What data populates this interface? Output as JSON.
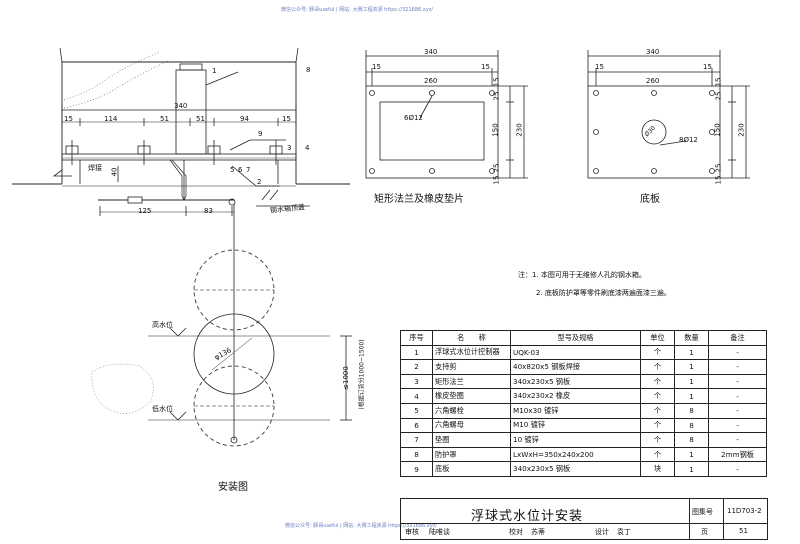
{
  "watermark_top": "微信公众号: 豚哥useful | 网站: 大赛工程资源 https://321686.xyz/",
  "watermark_bottom": "微信公众号: 豚哥useful | 网站: 大赛工程资源 https://321686.xyz/",
  "install": {
    "title": "安装图",
    "dims_top": [
      "340",
      "15",
      "114",
      "51",
      "51",
      "94",
      "15"
    ],
    "dim_left": "40",
    "dims_arm": [
      "125",
      "83"
    ],
    "callouts": [
      "1",
      "8",
      "9",
      "3",
      "4",
      "5",
      "6",
      "7",
      "2"
    ],
    "weld_label": "焊接",
    "tank_label": "钢水箱顶盖",
    "high_level": "高水位",
    "low_level": "低水位",
    "ball_dia": "φ136",
    "range_label": "≤1000",
    "range_note": "(根据订货分1000~1500)"
  },
  "flange": {
    "title": "矩形法兰及橡皮垫片",
    "dim_total": "340",
    "dim_left": "15",
    "dim_mid": "260",
    "dim_right": "15",
    "holes": "6Ø12",
    "v_dims": [
      "25",
      "150",
      "25",
      "15"
    ],
    "v_total": "230",
    "v_extra": "15"
  },
  "base": {
    "title": "底板",
    "dim_total": "340",
    "dim_left": "15",
    "dim_mid": "260",
    "dim_right": "15",
    "hole_center": "Ø30",
    "holes": "8Ø12",
    "v_dims": [
      "25",
      "150",
      "25",
      "15"
    ],
    "v_total": "230",
    "v_extra": "15"
  },
  "notes": {
    "n1": "注：1. 本图可用于无维修人孔的钢水箱。",
    "n2": "2. 底板防护罩等零件刷底漆两遍面漆三遍。"
  },
  "bom": {
    "headers": [
      "序号",
      "名　　称",
      "型号及规格",
      "单位",
      "数量",
      "备注"
    ],
    "rows": [
      [
        "1",
        "浮球式水位计控制器",
        "UQK-03",
        "个",
        "1",
        "-"
      ],
      [
        "2",
        "支持剪",
        "40x820x5  钢板焊接",
        "个",
        "1",
        "-"
      ],
      [
        "3",
        "矩形法兰",
        "340x230x5  钢板",
        "个",
        "1",
        "-"
      ],
      [
        "4",
        "橡皮垫圈",
        "340x230x2  橡皮",
        "个",
        "1",
        "-"
      ],
      [
        "5",
        "六角螺栓",
        "M10x30  镀锌",
        "个",
        "8",
        "-"
      ],
      [
        "6",
        "六角螺母",
        "M10  镀锌",
        "个",
        "8",
        "-"
      ],
      [
        "7",
        "垫圈",
        "10  镀锌",
        "个",
        "8",
        "-"
      ],
      [
        "8",
        "防护罩",
        "LxWxH=350x240x200",
        "个",
        "1",
        "2mm钢板"
      ],
      [
        "9",
        "底板",
        "340x230x5  钢板",
        "块",
        "1",
        "-"
      ]
    ]
  },
  "titleblock": {
    "title": "浮球式水位计安装",
    "atlas_label": "图集号",
    "atlas_no": "11D703-2",
    "row_labels": [
      "审核",
      "陆唯谈",
      "校对",
      "苏蒂",
      "设计",
      "袁丁"
    ],
    "page_label": "页",
    "page_no": "51"
  }
}
